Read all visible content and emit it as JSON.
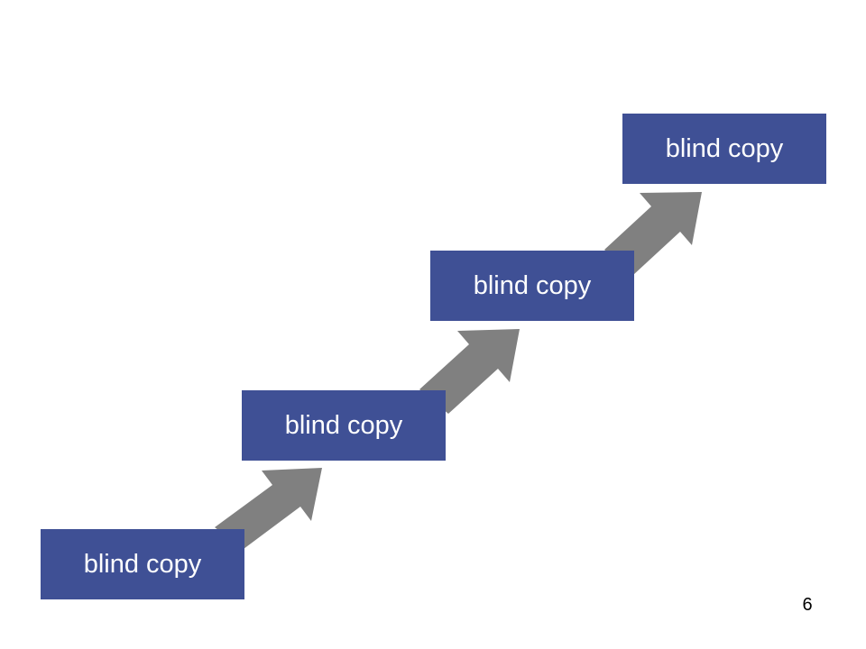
{
  "steps": [
    {
      "label": "blind copy"
    },
    {
      "label": "blind copy"
    },
    {
      "label": "blind copy"
    },
    {
      "label": "blind copy"
    }
  ],
  "page_number": "6",
  "colors": {
    "box_fill": "#3f5095",
    "arrow_fill": "#808080",
    "text": "#ffffff",
    "background": "#ffffff"
  }
}
